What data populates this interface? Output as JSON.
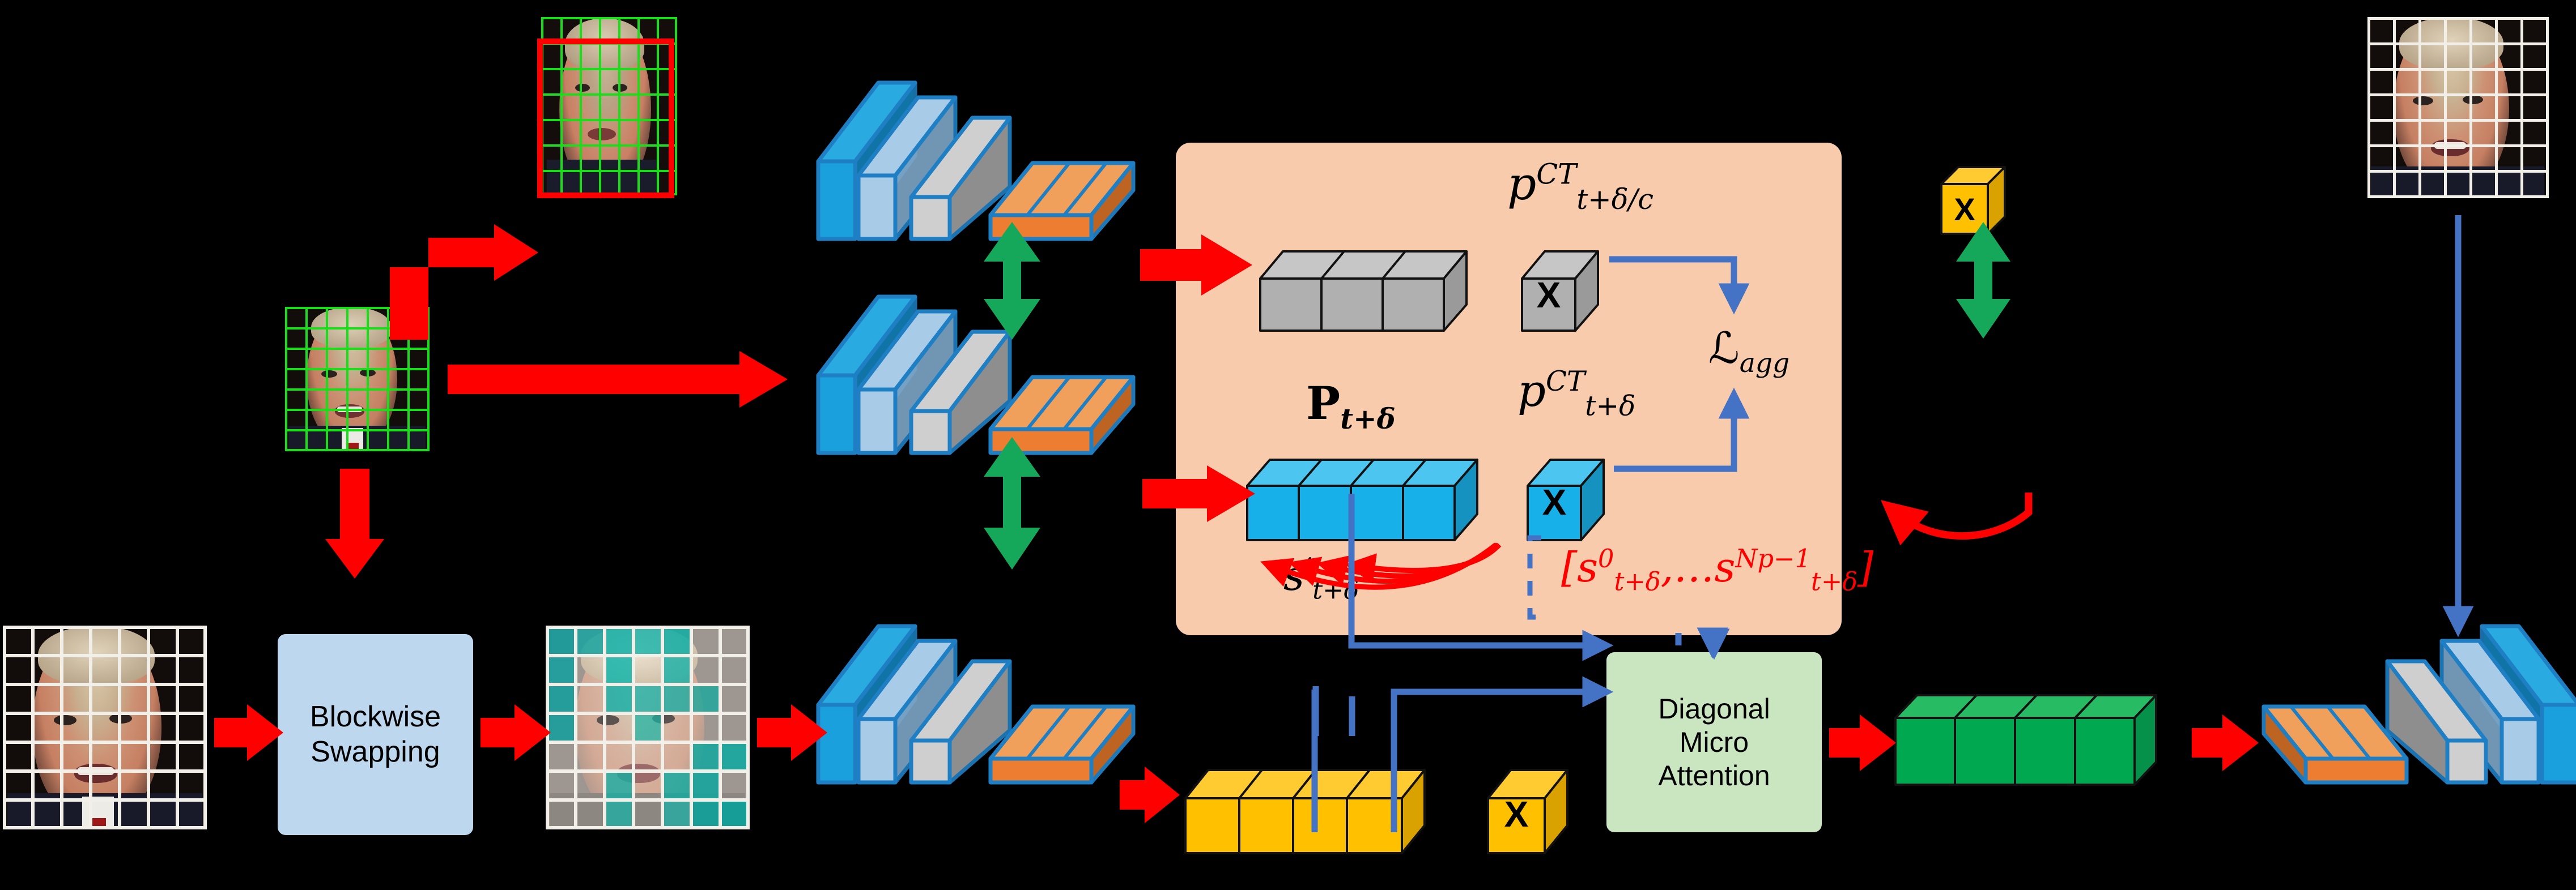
{
  "background_color": "#000000",
  "palette": {
    "red_arrow": "#ff0000",
    "green_arrow": "#16a85a",
    "blue_arrow": "#4472c4",
    "salmon_panel": "#f8cbac",
    "blue_panel": "#bdd7ee",
    "green_panel": "#c9e6c1",
    "grey_token": "#b4b4b4",
    "cyan_token": "#26b4e8",
    "yellow_token": "#ffc000",
    "green_token": "#00b050",
    "grid_green": "#18e018",
    "grid_white": "#f2efe9",
    "encoder_blue": "#1f7fc4",
    "encoder_orange": "#ed7d31"
  },
  "blocks": {
    "blockwise_swapping": {
      "label": "Blockwise\nSwapping",
      "line1": "Blockwise",
      "line2": "Swapping"
    },
    "diagonal_micro_attention": {
      "line1": "Diagonal",
      "line2": "Micro",
      "line3": "Attention"
    }
  },
  "tokens": {
    "x_glyph": "X",
    "grey_strip_count": 3,
    "cyan_strip_count": 4,
    "yellow_strip_count": 4,
    "green_strip_count": 4
  },
  "math_labels": {
    "p_ct_delta_c": {
      "base": "p",
      "sup": "CT",
      "sub": "t+δ/c"
    },
    "p_ct_delta": {
      "base": "p",
      "sup": "CT",
      "sub": "t+δ"
    },
    "P_bold": {
      "base": "P",
      "sub": "t+δ"
    },
    "loss_agg": {
      "base": "ℒ",
      "sub": "agg"
    },
    "s_i": {
      "base": "s",
      "sup": "i",
      "sub": "t+δ"
    },
    "s_list": {
      "open": "[",
      "first": {
        "base": "s",
        "sup": "0",
        "sub": "t+δ"
      },
      "comma": ",",
      "ellipsis": "…",
      "last": {
        "base": "s",
        "sup": "Np−1",
        "sub": "t+δ"
      },
      "close": "]"
    }
  },
  "images": {
    "cropped_face": {
      "name": "cropped-face-with-red-bbox",
      "grid": "7x7 green",
      "bbox_color": "#ff0000"
    },
    "reference_face": {
      "name": "reference-face-green-grid",
      "grid": "7x7 green"
    },
    "source_face": {
      "name": "source-face-white-grid",
      "grid": "7x7 white"
    },
    "swapped_face": {
      "name": "blockwise-swapped-face",
      "grid": "7x7 white",
      "swap_color": "#179e9e"
    },
    "output_face": {
      "name": "output-face-white-grid",
      "grid": "7x7 white"
    }
  },
  "encoders": {
    "stack_layers": [
      "cyan",
      "light-blue",
      "grey",
      "orange"
    ],
    "count": 3,
    "decoder_count": 1
  },
  "arrows": {
    "red_straight": 8,
    "red_elbow": 1,
    "red_curved_arc": 1,
    "red_fan_arcs": 4,
    "green_double": 3,
    "blue_lines": 6
  }
}
